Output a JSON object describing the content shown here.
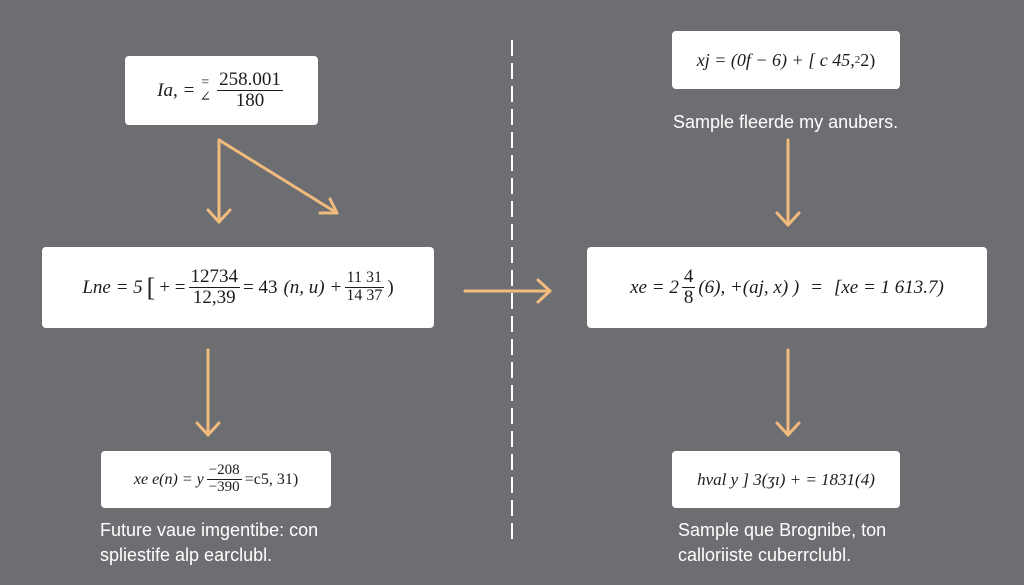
{
  "colors": {
    "background": "#6d6e72",
    "box_fill": "#ffffff",
    "arrow": "#f2bb7e",
    "divider": "#ffffff",
    "text_light": "#ffffff"
  },
  "left": {
    "top_box": {
      "lhs": "Ia, =",
      "frac_num": "258.001",
      "frac_den": "180",
      "small_num": "=",
      "small_den": "∠"
    },
    "mid_box": {
      "lhs": "Lne = 5",
      "bracket": "[",
      "op1": "+ =",
      "frac1_num": "12734",
      "frac1_den": "12,39",
      "eq": "= 43",
      "paren": "(n, u)",
      "plus": "+",
      "frac2_num": "11 31",
      "frac2_den": "14 37",
      "close": ")"
    },
    "bottom_box": {
      "lhs": "xe e(n) = y",
      "frac_num": "−208",
      "frac_den": "−390",
      "rhs": "=c5, 31)"
    },
    "caption_line1": "Future vaue imgentibe: con",
    "caption_line2": "spliestife alp earclubl."
  },
  "right": {
    "top_box": {
      "expr": "xj = (0f − 6) + [ c 45,",
      "sup": "2",
      "tail": "2)"
    },
    "caption_top": "Sample fleerde my anubers.",
    "mid_box": {
      "lhs": "xe = 2",
      "frac_num": "4",
      "frac_den": "8",
      "paren": "(6), +(aj, x) )",
      "eq": "=",
      "rhs": "[xe = 1 613.7)"
    },
    "bottom_box": {
      "expr": "hval  y ]  3(ʒı) + = 1831(4)"
    },
    "caption_line1": "Sample que Brognibe, ton",
    "caption_line2": "calloriiste cuberrclubl."
  }
}
